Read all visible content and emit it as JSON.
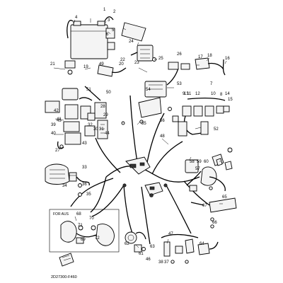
{
  "diagram": {
    "code": "2D27300-F460",
    "aus_label": "FOR AUS",
    "callouts": [
      {
        "id": "c1",
        "text": "1"
      },
      {
        "id": "c2",
        "text": "2"
      },
      {
        "id": "c3",
        "text": "3"
      },
      {
        "id": "c4",
        "text": "4"
      },
      {
        "id": "c5",
        "text": "5"
      },
      {
        "id": "c6",
        "text": "6"
      },
      {
        "id": "c7",
        "text": "7"
      },
      {
        "id": "c8",
        "text": "8"
      },
      {
        "id": "c9",
        "text": "9"
      },
      {
        "id": "c10",
        "text": "10"
      },
      {
        "id": "c11",
        "text": "11"
      },
      {
        "id": "c12",
        "text": "12"
      },
      {
        "id": "c13",
        "text": "13"
      },
      {
        "id": "c14",
        "text": "14"
      },
      {
        "id": "c15",
        "text": "15"
      },
      {
        "id": "c16",
        "text": "16"
      },
      {
        "id": "c17",
        "text": "17"
      },
      {
        "id": "c18",
        "text": "18"
      },
      {
        "id": "c19",
        "text": "19"
      },
      {
        "id": "c20",
        "text": "20"
      },
      {
        "id": "c21",
        "text": "21"
      },
      {
        "id": "c22",
        "text": "22"
      },
      {
        "id": "c23",
        "text": "23"
      },
      {
        "id": "c24",
        "text": "24"
      },
      {
        "id": "c25",
        "text": "25"
      },
      {
        "id": "c26",
        "text": "26"
      },
      {
        "id": "c27",
        "text": "27"
      },
      {
        "id": "c28",
        "text": "28"
      },
      {
        "id": "c29",
        "text": "29"
      },
      {
        "id": "c30",
        "text": "30"
      },
      {
        "id": "c31",
        "text": "31"
      },
      {
        "id": "c32",
        "text": "32"
      },
      {
        "id": "c33",
        "text": "33"
      },
      {
        "id": "c34",
        "text": "34"
      },
      {
        "id": "c35",
        "text": "35"
      },
      {
        "id": "c36",
        "text": "36"
      },
      {
        "id": "c37",
        "text": "37"
      },
      {
        "id": "c38",
        "text": "38"
      },
      {
        "id": "c39",
        "text": "39"
      },
      {
        "id": "c40",
        "text": "40"
      },
      {
        "id": "c41",
        "text": "41"
      },
      {
        "id": "c42",
        "text": "42"
      },
      {
        "id": "c43",
        "text": "43"
      },
      {
        "id": "c44",
        "text": "44"
      },
      {
        "id": "c45",
        "text": "45"
      },
      {
        "id": "c46",
        "text": "46"
      },
      {
        "id": "c47",
        "text": "47"
      },
      {
        "id": "c48",
        "text": "48"
      },
      {
        "id": "c49",
        "text": "49"
      },
      {
        "id": "c50",
        "text": "50"
      },
      {
        "id": "c51",
        "text": "51"
      },
      {
        "id": "c52",
        "text": "52"
      },
      {
        "id": "c53",
        "text": "53"
      },
      {
        "id": "c54",
        "text": "54"
      },
      {
        "id": "c55",
        "text": "55"
      },
      {
        "id": "c56",
        "text": "56"
      },
      {
        "id": "c57",
        "text": "57"
      },
      {
        "id": "c58",
        "text": "58"
      },
      {
        "id": "c59",
        "text": "59"
      },
      {
        "id": "c60",
        "text": "60"
      },
      {
        "id": "c61",
        "text": "61"
      },
      {
        "id": "c62",
        "text": "62"
      },
      {
        "id": "c63",
        "text": "63"
      },
      {
        "id": "c64",
        "text": "64"
      },
      {
        "id": "c65",
        "text": "65"
      },
      {
        "id": "c66",
        "text": "66"
      },
      {
        "id": "c67",
        "text": "67"
      },
      {
        "id": "c68",
        "text": "68"
      },
      {
        "id": "c69",
        "text": "69"
      },
      {
        "id": "c70",
        "text": "70"
      },
      {
        "id": "c71",
        "text": "71"
      },
      {
        "id": "c72",
        "text": "72"
      }
    ]
  }
}
